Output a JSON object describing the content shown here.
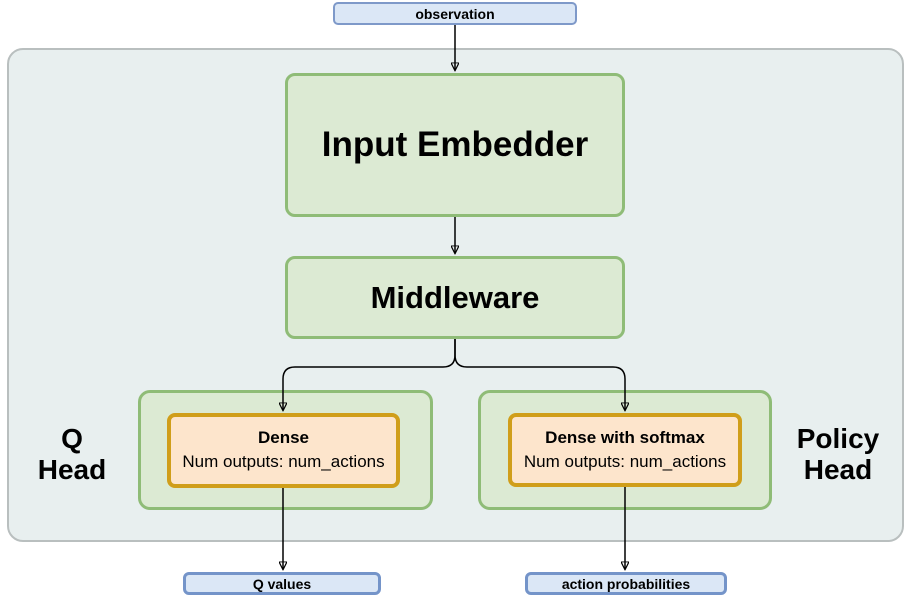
{
  "nodes": {
    "observation": "observation",
    "input_embedder": "Input Embedder",
    "middleware": "Middleware",
    "q_dense": {
      "title": "Dense",
      "subtitle": "Num outputs: num_actions"
    },
    "policy_dense": {
      "title": "Dense with softmax",
      "subtitle": "Num outputs: num_actions"
    },
    "q_values": "Q values",
    "action_probabilities": "action probabilities"
  },
  "labels": {
    "q_head": [
      "Q",
      "Head"
    ],
    "policy_head": [
      "Policy",
      "Head"
    ]
  },
  "colors": {
    "container_fill": "#e8efef",
    "container_border": "#b9bfbf",
    "green_fill": "#dcead3",
    "green_border": "#8fbc77",
    "orange_fill": "#fde5cc",
    "orange_border": "#d09e1a",
    "blue_fill": "#dbe7f6",
    "blue_border": "#7e99c9",
    "blue_border_strong": "#7494c9",
    "arrow": "#000000"
  }
}
